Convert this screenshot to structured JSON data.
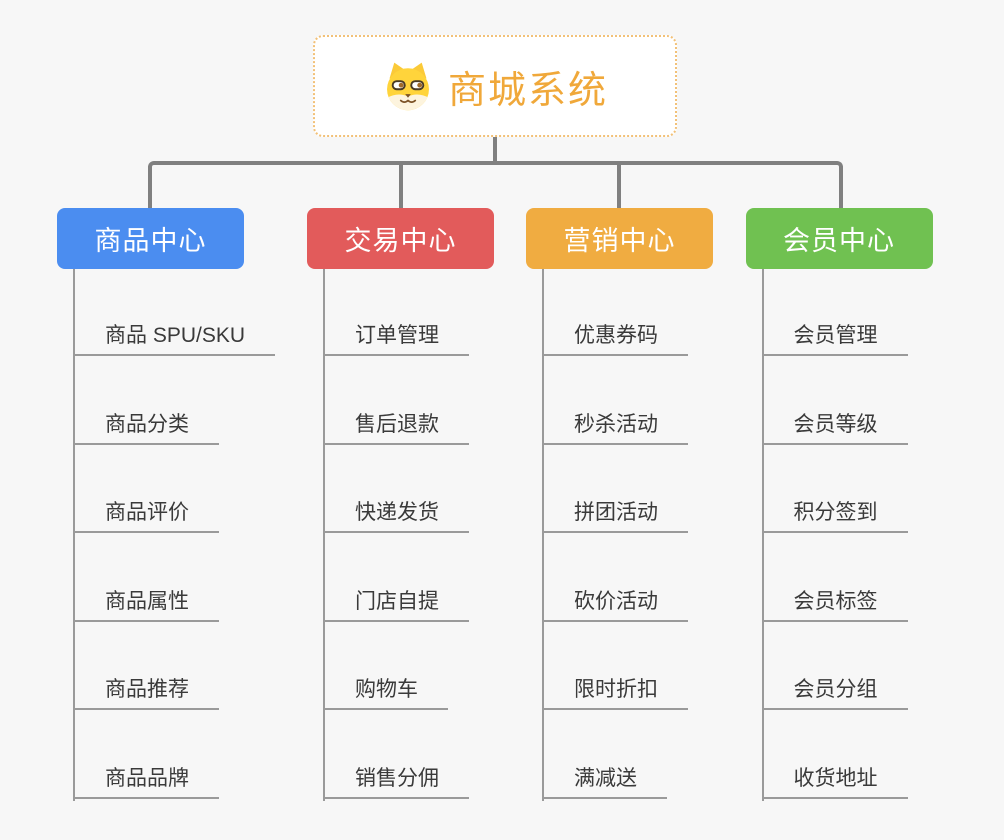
{
  "root": {
    "title": "商城系统",
    "icon": "shiba-dog-icon"
  },
  "branches": [
    {
      "label": "商品中心",
      "color": "#4b8df0",
      "items": [
        "商品 SPU/SKU",
        "商品分类",
        "商品评价",
        "商品属性",
        "商品推荐",
        "商品品牌"
      ]
    },
    {
      "label": "交易中心",
      "color": "#e25b5b",
      "items": [
        "订单管理",
        "售后退款",
        "快递发货",
        "门店自提",
        "购物车",
        "销售分佣"
      ]
    },
    {
      "label": "营销中心",
      "color": "#f0ac41",
      "items": [
        "优惠券码",
        "秒杀活动",
        "拼团活动",
        "砍价活动",
        "限时折扣",
        "满减送"
      ]
    },
    {
      "label": "会员中心",
      "color": "#70c151",
      "items": [
        "会员管理",
        "会员等级",
        "积分签到",
        "会员标签",
        "会员分组",
        "收货地址"
      ]
    }
  ],
  "colors": {
    "background": "#f7f7f7",
    "connector": "#808080",
    "branch_line": "#9a9a9a",
    "item_text": "#3a3a3a",
    "root_title": "#f0a83a",
    "root_border": "#f2c178"
  }
}
